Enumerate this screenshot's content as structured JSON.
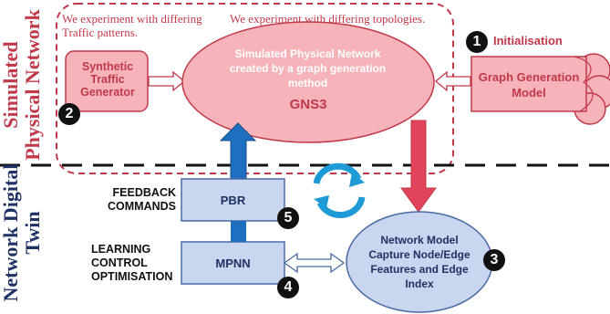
{
  "side_labels": {
    "simulated": [
      "Simulated",
      "Physical Network"
    ],
    "twin": [
      "Network Digital",
      "Twin"
    ]
  },
  "notes": {
    "traffic": "We experiment with differing Traffic patterns.",
    "topologies": "We experiment with differing topologies."
  },
  "nodes": {
    "traffic_generator": "Synthetic Traffic Generator",
    "simulated_network": "Simulated Physical Network created by a graph generation method",
    "gns3": "GNS3",
    "graph_generation": "Graph Generation Model",
    "pbr": "PBR",
    "mpnn": "MPNN",
    "network_model": "Network Model Capture Node/Edge Features and Edge Index"
  },
  "steps": {
    "initialisation": "Initialisation",
    "n1": "1",
    "n2": "2",
    "n3": "3",
    "n4": "4",
    "n5": "5"
  },
  "commands": {
    "feedback": [
      "FEEDBACK",
      "COMMANDS"
    ],
    "learning": [
      "LEARNING",
      "CONTROL",
      "OPTIMISATION"
    ]
  },
  "colors": {
    "pink_fill": "#f6b3b9",
    "pink_stroke": "#c0394b",
    "blue_fill": "#c9d6ef",
    "blue_stroke": "#4a6aa5",
    "blue_arrow": "#1f6fc0",
    "red_arrow": "#e0435a",
    "cycle": "#1e9ad6"
  }
}
